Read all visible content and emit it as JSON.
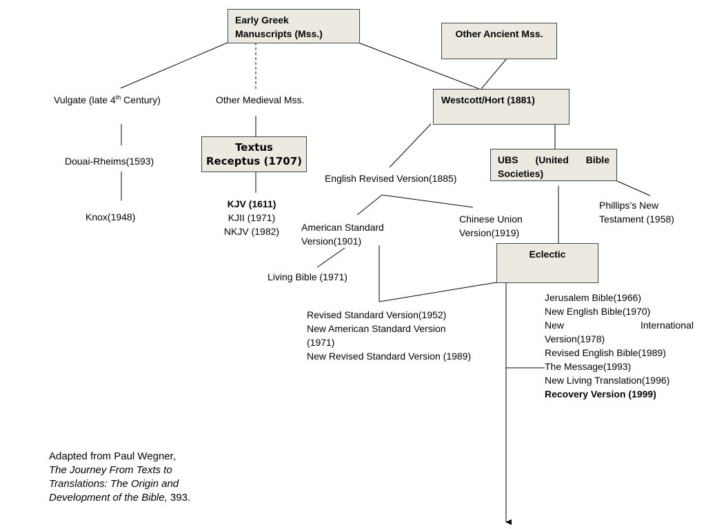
{
  "boxes": {
    "early_greek_l1": "Early Greek",
    "early_greek_l2": "Manuscripts (Mss.)",
    "other_ancient": "Other Ancient Mss.",
    "westcott_hort": "Westcott/Hort (1881)",
    "textus_l1": "Textus",
    "textus_l2": "Receptus (1707)",
    "ubs_w1": "UBS",
    "ubs_w2": "(United",
    "ubs_w3": "Bible",
    "ubs_l2": "Societies)",
    "eclectic": "Eclectic"
  },
  "labels": {
    "vulgate_pre": "Vulgate (late 4",
    "vulgate_sup": "th",
    "vulgate_post": " Century)",
    "other_medieval": "Other Medieval Mss.",
    "douai": "Douai-Rheims(1593)",
    "knox": "Knox(1948)",
    "kjv": "KJV (1611)",
    "kjii": "KJII (1971)",
    "nkjv": "NKJV (1982)",
    "erv": "English Revised Version(1885)",
    "asv_l1": "American Standard",
    "asv_l2": "Version(1901)",
    "cuv_l1": "Chinese Union",
    "cuv_l2": "Version(1919)",
    "phillips_l1": "Phillips’s New",
    "phillips_l2": "Testament (1958)",
    "living": "Living Bible (1971)",
    "rsv_group": [
      "Revised Standard Version(1952)",
      "New American Standard Version",
      "(1971)",
      "New Revised Standard Version (1989)"
    ],
    "eclectic_list": {
      "jerusalem": "Jerusalem Bible(1966)",
      "neb": "New English Bible(1970)",
      "niv_w1": "New",
      "niv_w2": "International",
      "niv_l2": "Version(1978)",
      "reb": "Revised English Bible(1989)",
      "message": "The Message(1993)",
      "nlt": "New Living Translation(1996)",
      "recovery": "Recovery Version (1999)"
    }
  },
  "credit": {
    "line1": "Adapted from Paul Wegner,",
    "title_l1": "The Journey From Texts to",
    "title_l2": "Translations: The Origin and",
    "title_l3": "Development of the Bible,",
    "page": " 393."
  }
}
